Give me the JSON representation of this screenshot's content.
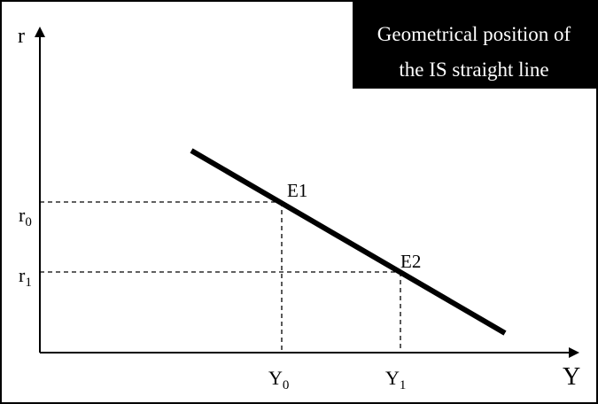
{
  "title": {
    "line1": "Geometrical position of",
    "line2": "the IS straight line"
  },
  "axes": {
    "y_label": "r",
    "x_label": "Y"
  },
  "points": {
    "e1": "E1",
    "e2": "E2"
  },
  "ticks": {
    "r0": {
      "base": "r",
      "sub": "0"
    },
    "r1": {
      "base": "r",
      "sub": "1"
    },
    "y0": {
      "base": "Y",
      "sub": "0"
    },
    "y1": {
      "base": "Y",
      "sub": "1"
    }
  },
  "colors": {
    "ink": "#000000",
    "title_bg": "#000000",
    "title_text": "#ffffff",
    "background": "#ffffff"
  }
}
